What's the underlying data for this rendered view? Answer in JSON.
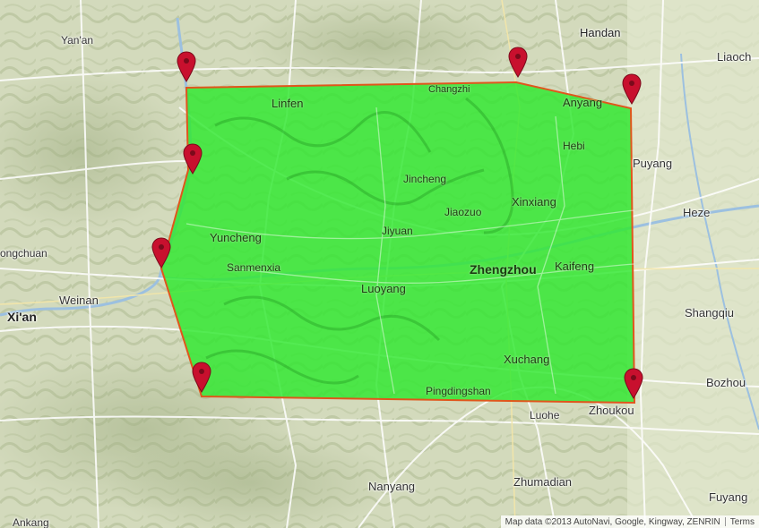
{
  "map": {
    "colors": {
      "land": "#d9dfc4",
      "polygon_fill": "#2ee82e",
      "polygon_stroke": "#e0561c",
      "marker": "#c8102e",
      "road": "#ffffff",
      "river": "#9cc0e0"
    },
    "cities": [
      {
        "id": "yanan",
        "name": "Yan'an"
      },
      {
        "id": "handan",
        "name": "Handan"
      },
      {
        "id": "liaocheng",
        "name": "Liaoch"
      },
      {
        "id": "changzhi",
        "name": "Changzhi"
      },
      {
        "id": "linfen",
        "name": "Linfen"
      },
      {
        "id": "anyang",
        "name": "Anyang"
      },
      {
        "id": "hebi",
        "name": "Hebi"
      },
      {
        "id": "puyang",
        "name": "Puyang"
      },
      {
        "id": "jincheng",
        "name": "Jincheng"
      },
      {
        "id": "xinxiang",
        "name": "Xinxiang"
      },
      {
        "id": "heze",
        "name": "Heze"
      },
      {
        "id": "jiaozuo",
        "name": "Jiaozuo"
      },
      {
        "id": "jiyuan",
        "name": "Jiyuan"
      },
      {
        "id": "yuncheng",
        "name": "Yuncheng"
      },
      {
        "id": "tongchuan",
        "name": "ongchuan"
      },
      {
        "id": "sanmenxia",
        "name": "Sanmenxia"
      },
      {
        "id": "zhengzhou",
        "name": "Zhengzhou"
      },
      {
        "id": "kaifeng",
        "name": "Kaifeng"
      },
      {
        "id": "weinan",
        "name": "Weinan"
      },
      {
        "id": "luoyang",
        "name": "Luoyang"
      },
      {
        "id": "shangqiu",
        "name": "Shangqiu"
      },
      {
        "id": "xian",
        "name": "Xi'an"
      },
      {
        "id": "xuchang",
        "name": "Xuchang"
      },
      {
        "id": "bozhou",
        "name": "Bozhou"
      },
      {
        "id": "pingdingshan",
        "name": "Pingdingshan"
      },
      {
        "id": "luohe",
        "name": "Luohe"
      },
      {
        "id": "zhoukou",
        "name": "Zhoukou"
      },
      {
        "id": "nanyang",
        "name": "Nanyang"
      },
      {
        "id": "zhumadian",
        "name": "Zhumadian"
      },
      {
        "id": "fuyang",
        "name": "Fuyang"
      },
      {
        "id": "ankang",
        "name": "Ankang"
      }
    ],
    "markers": [
      {
        "id": "marker-1",
        "icon": "map-pin-icon"
      },
      {
        "id": "marker-2",
        "icon": "map-pin-icon"
      },
      {
        "id": "marker-3",
        "icon": "map-pin-icon"
      },
      {
        "id": "marker-4",
        "icon": "map-pin-icon"
      },
      {
        "id": "marker-5",
        "icon": "map-pin-icon"
      },
      {
        "id": "marker-6",
        "icon": "map-pin-icon"
      },
      {
        "id": "marker-7",
        "icon": "map-pin-icon"
      }
    ],
    "attribution": {
      "map_data": "Map data ©2013 AutoNavi, Google, Kingway, ZENRIN",
      "terms": "Terms"
    }
  }
}
